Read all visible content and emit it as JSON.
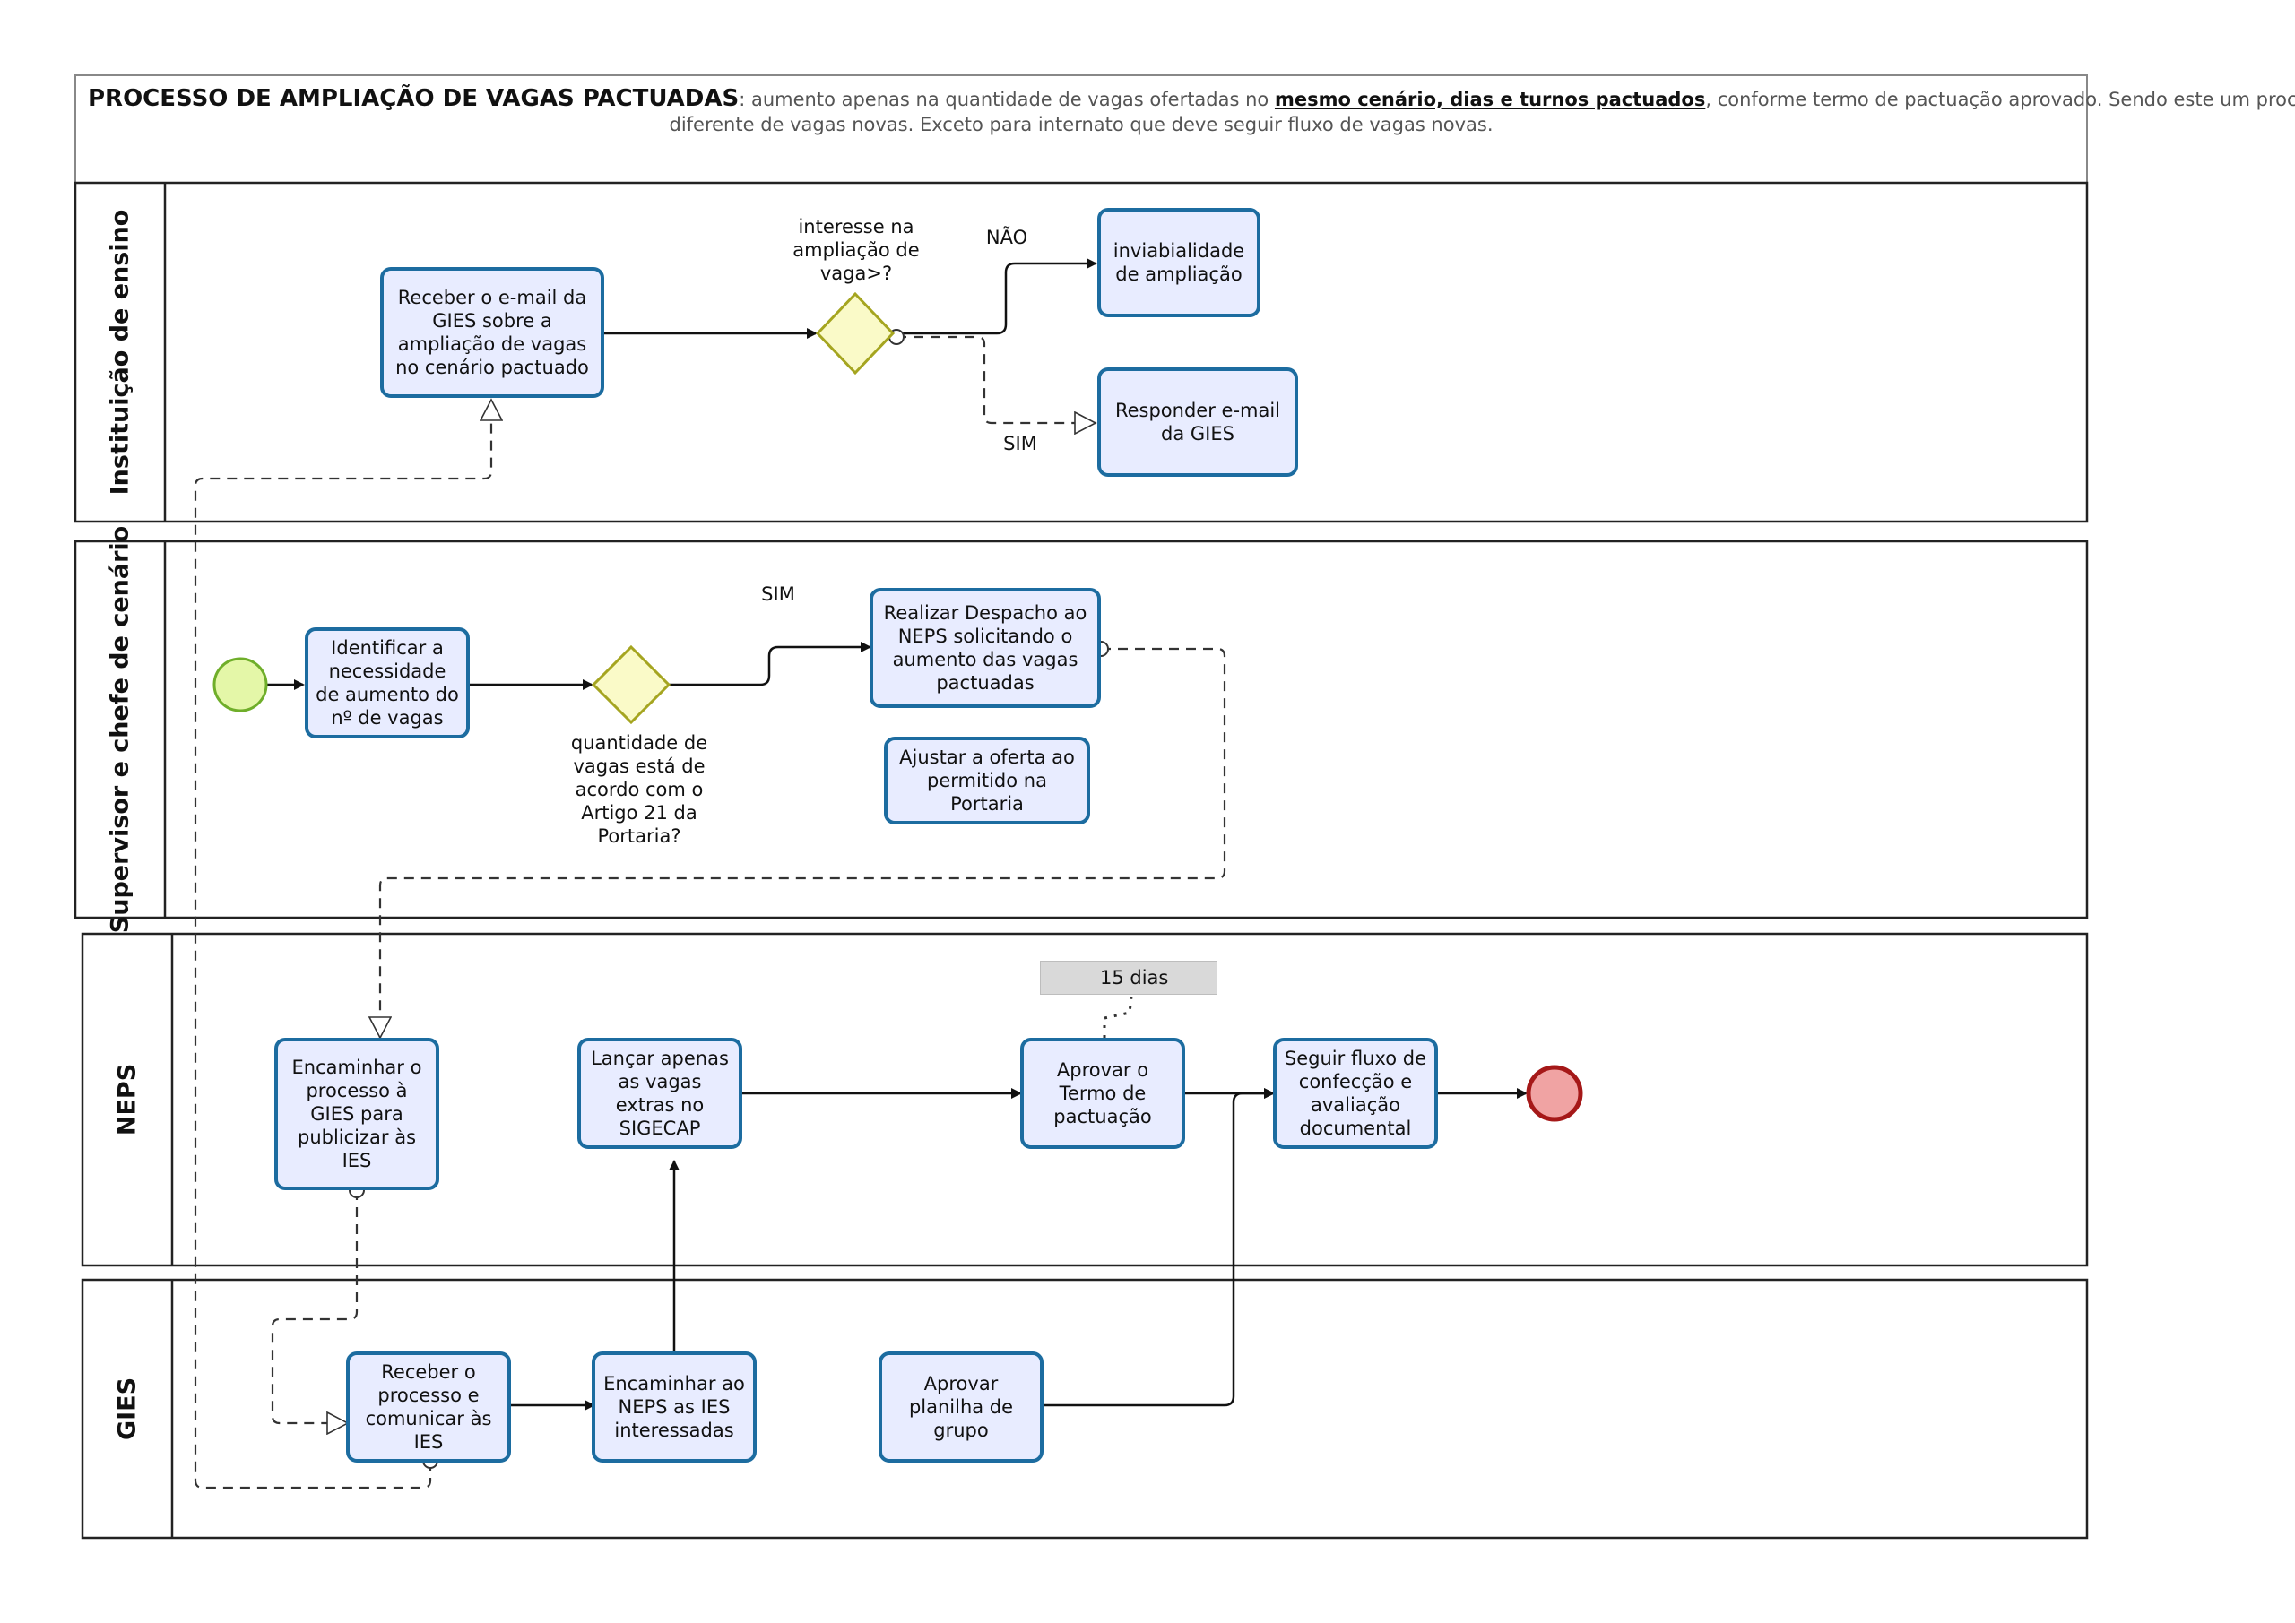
{
  "title": {
    "bold": "PROCESSO DE AMPLIAÇÃO DE VAGAS PACTUADAS",
    "part1": ": aumento apenas na quantidade de vagas ofertadas no ",
    "underlined": "mesmo cenário, dias e turnos pactuados",
    "part2": ", conforme termo de pactuação aprovado. Sendo este um processo",
    "line2": "diferente de vagas novas. Exceto para internato que deve seguir fluxo de vagas novas."
  },
  "lanes": [
    {
      "label": "Instituição de ensino"
    },
    {
      "label": "Supervisor e chefe de cenário"
    },
    {
      "label": "NEPS"
    },
    {
      "label": "GIES"
    }
  ],
  "tasks": {
    "receber_email": "Receber o e-mail da GIES sobre a ampliação de vagas no cenário pactuado",
    "inviabilidade": "inviabialidade de ampliação",
    "responder_email": "Responder e-mail da GIES",
    "identificar": "Identificar a necessidade de aumento do nº de vagas",
    "realizar_despacho": "Realizar Despacho ao NEPS solicitando o aumento das vagas pactuadas",
    "ajustar_oferta": "Ajustar a oferta ao permitido na Portaria",
    "encaminhar_gies": "Encaminhar o processo à GIES para publicizar às IES",
    "lancar_vagas": "Lançar apenas as vagas extras no SIGECAP",
    "aprovar_termo": "Aprovar o Termo de pactuação",
    "seguir_fluxo": "Seguir fluxo de confecção e avaliação documental",
    "receber_processo": "Receber o processo e comunicar às IES",
    "encaminhar_neps": "Encaminhar ao NEPS as IES interessadas",
    "aprovar_planilha": "Aprovar planilha de grupo"
  },
  "gateways": {
    "interesse": "interesse na ampliação de vaga>?",
    "quantidade": "quantidade de vagas está de acordo com o Artigo 21 da Portaria?"
  },
  "flow_labels": {
    "nao": "NÃO",
    "sim_top": "SIM",
    "sim_supervisor": "SIM"
  },
  "annotation": "15 dias",
  "colors": {
    "task_border": "#1c6ca0",
    "task_fill": "#e8ecff",
    "gateway_fill": "#fafac8",
    "gateway_border": "#a5a520",
    "start_fill": "#e4f7a8",
    "start_border": "#6fae2a",
    "end_fill": "#f0a3a3",
    "end_border": "#a51818"
  }
}
